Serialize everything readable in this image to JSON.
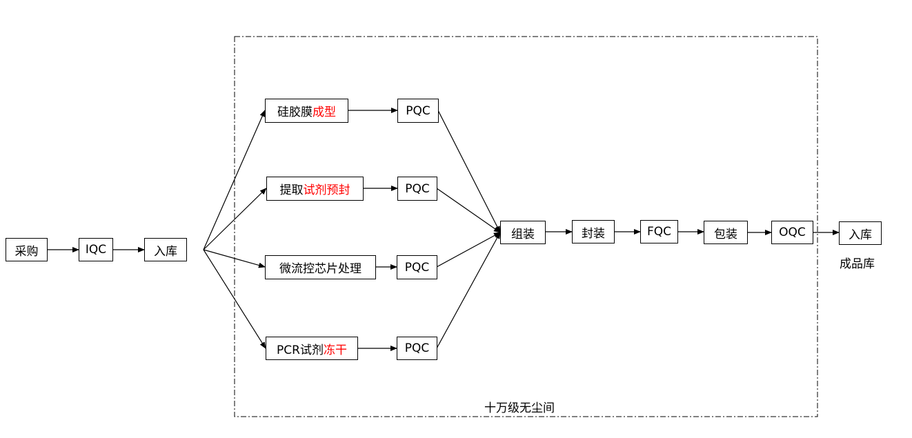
{
  "colors": {
    "highlight": "#ff0000",
    "line": "#000000"
  },
  "pre": [
    {
      "label": "采购"
    },
    {
      "label": "IQC"
    },
    {
      "label": "入库"
    }
  ],
  "branches": [
    {
      "label_black": "硅胶膜",
      "label_red": "成型",
      "qc": "PQC"
    },
    {
      "label_black": "提取",
      "label_red": "试剂预封",
      "qc": "PQC"
    },
    {
      "label_black": "微流控芯片处理",
      "label_red": "",
      "qc": "PQC"
    },
    {
      "label_black": "PCR试剂",
      "label_red": "冻干",
      "qc": "PQC"
    }
  ],
  "post": [
    {
      "label": "组装"
    },
    {
      "label": "封装"
    },
    {
      "label": "FQC"
    },
    {
      "label": "包装"
    },
    {
      "label": "OQC"
    },
    {
      "label": "入库"
    }
  ],
  "finished_store_label": "成品库",
  "cleanroom_label": "十万级无尘间"
}
